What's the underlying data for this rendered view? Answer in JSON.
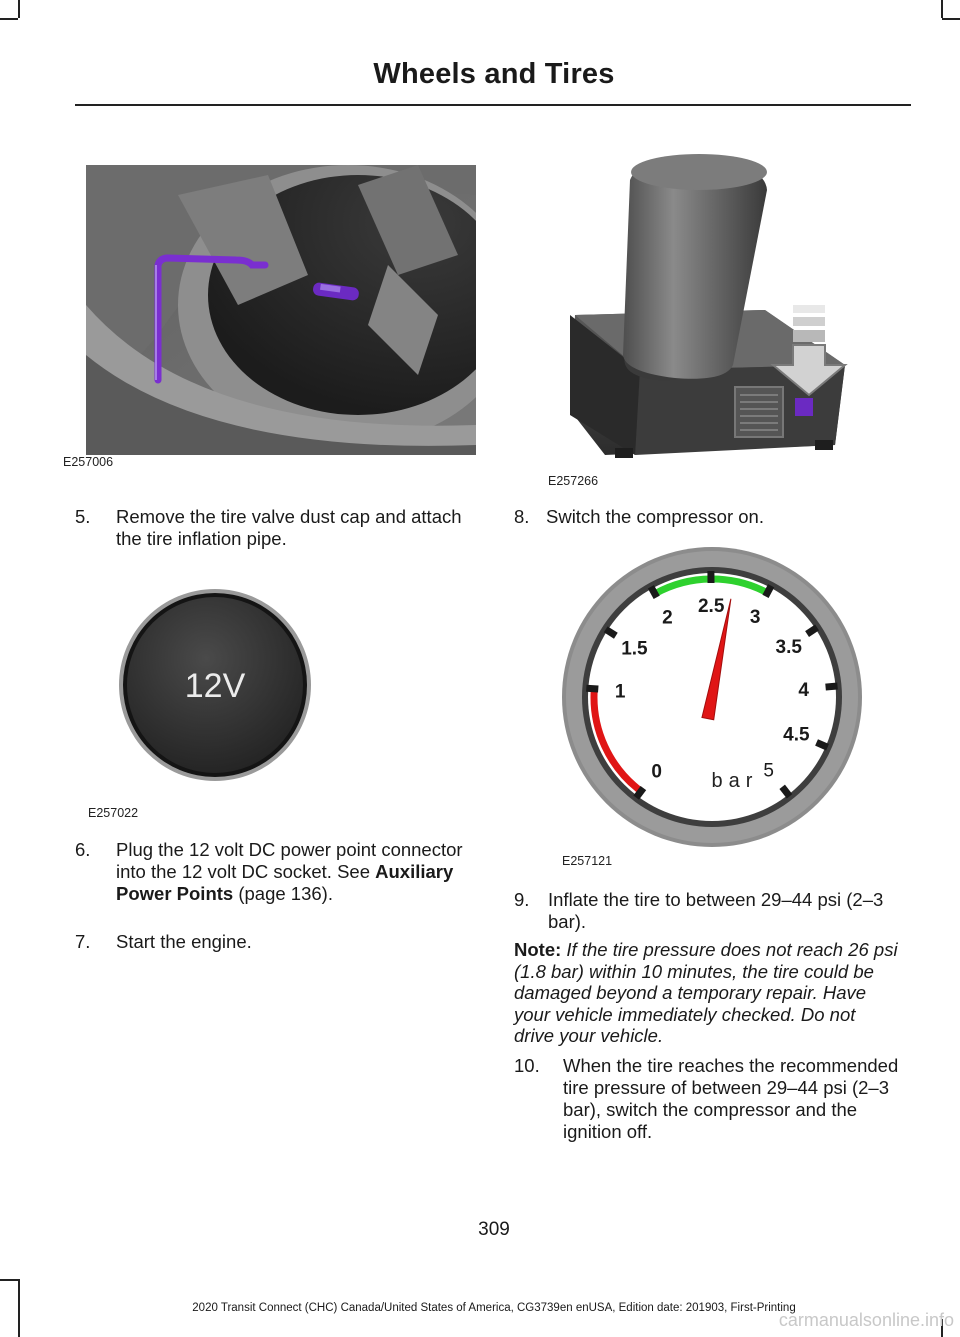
{
  "header": {
    "title": "Wheels and Tires"
  },
  "figures": {
    "valve": {
      "code": "E257006"
    },
    "compressor": {
      "code": "E257266"
    },
    "socket": {
      "code": "E257022",
      "label": "12V"
    },
    "gauge": {
      "code": "E257121",
      "unit": "bar",
      "scale_labels": [
        "0",
        "1",
        "1.5",
        "2",
        "2.5",
        "3",
        "3.5",
        "4",
        "4.5",
        "5"
      ],
      "needle_value": 2.7,
      "colors": {
        "red_zone": "#e01515",
        "green_zone": "#2ed12e",
        "needle": "#e01515",
        "bezel": "#8a8a8a",
        "face": "#ffffff"
      }
    }
  },
  "steps": {
    "s5": {
      "num": "5.",
      "text": "Remove the tire valve dust cap and attach the tire inflation pipe."
    },
    "s6": {
      "num": "6.",
      "text_a": "Plug the 12 volt DC power point connector into the 12 volt DC socket. See ",
      "ref": "Auxiliary Power Points",
      "text_b": " (page 136)."
    },
    "s7": {
      "num": "7.",
      "text": "Start the engine."
    },
    "s8": {
      "num": "8.",
      "text": "Switch the compressor on."
    },
    "s9": {
      "num": "9.",
      "text": "Inflate the tire to between 29–44 psi (2–3 bar)."
    },
    "s10": {
      "num": "10.",
      "text": "When the tire reaches the recommended tire pressure of between 29–44 psi (2–3 bar), switch the compressor and the ignition off."
    }
  },
  "note": {
    "label": "Note:",
    "text": " If the tire pressure does not reach 26 psi (1.8 bar) within 10 minutes, the tire could be damaged beyond a temporary repair. Have your vehicle immediately checked. Do not drive your vehicle."
  },
  "page_number": "309",
  "footer": "2020 Transit Connect (CHC) Canada/United States of America, CG3739en enUSA, Edition date: 201903, First-Printing",
  "watermark": "carmanualsonline.info"
}
